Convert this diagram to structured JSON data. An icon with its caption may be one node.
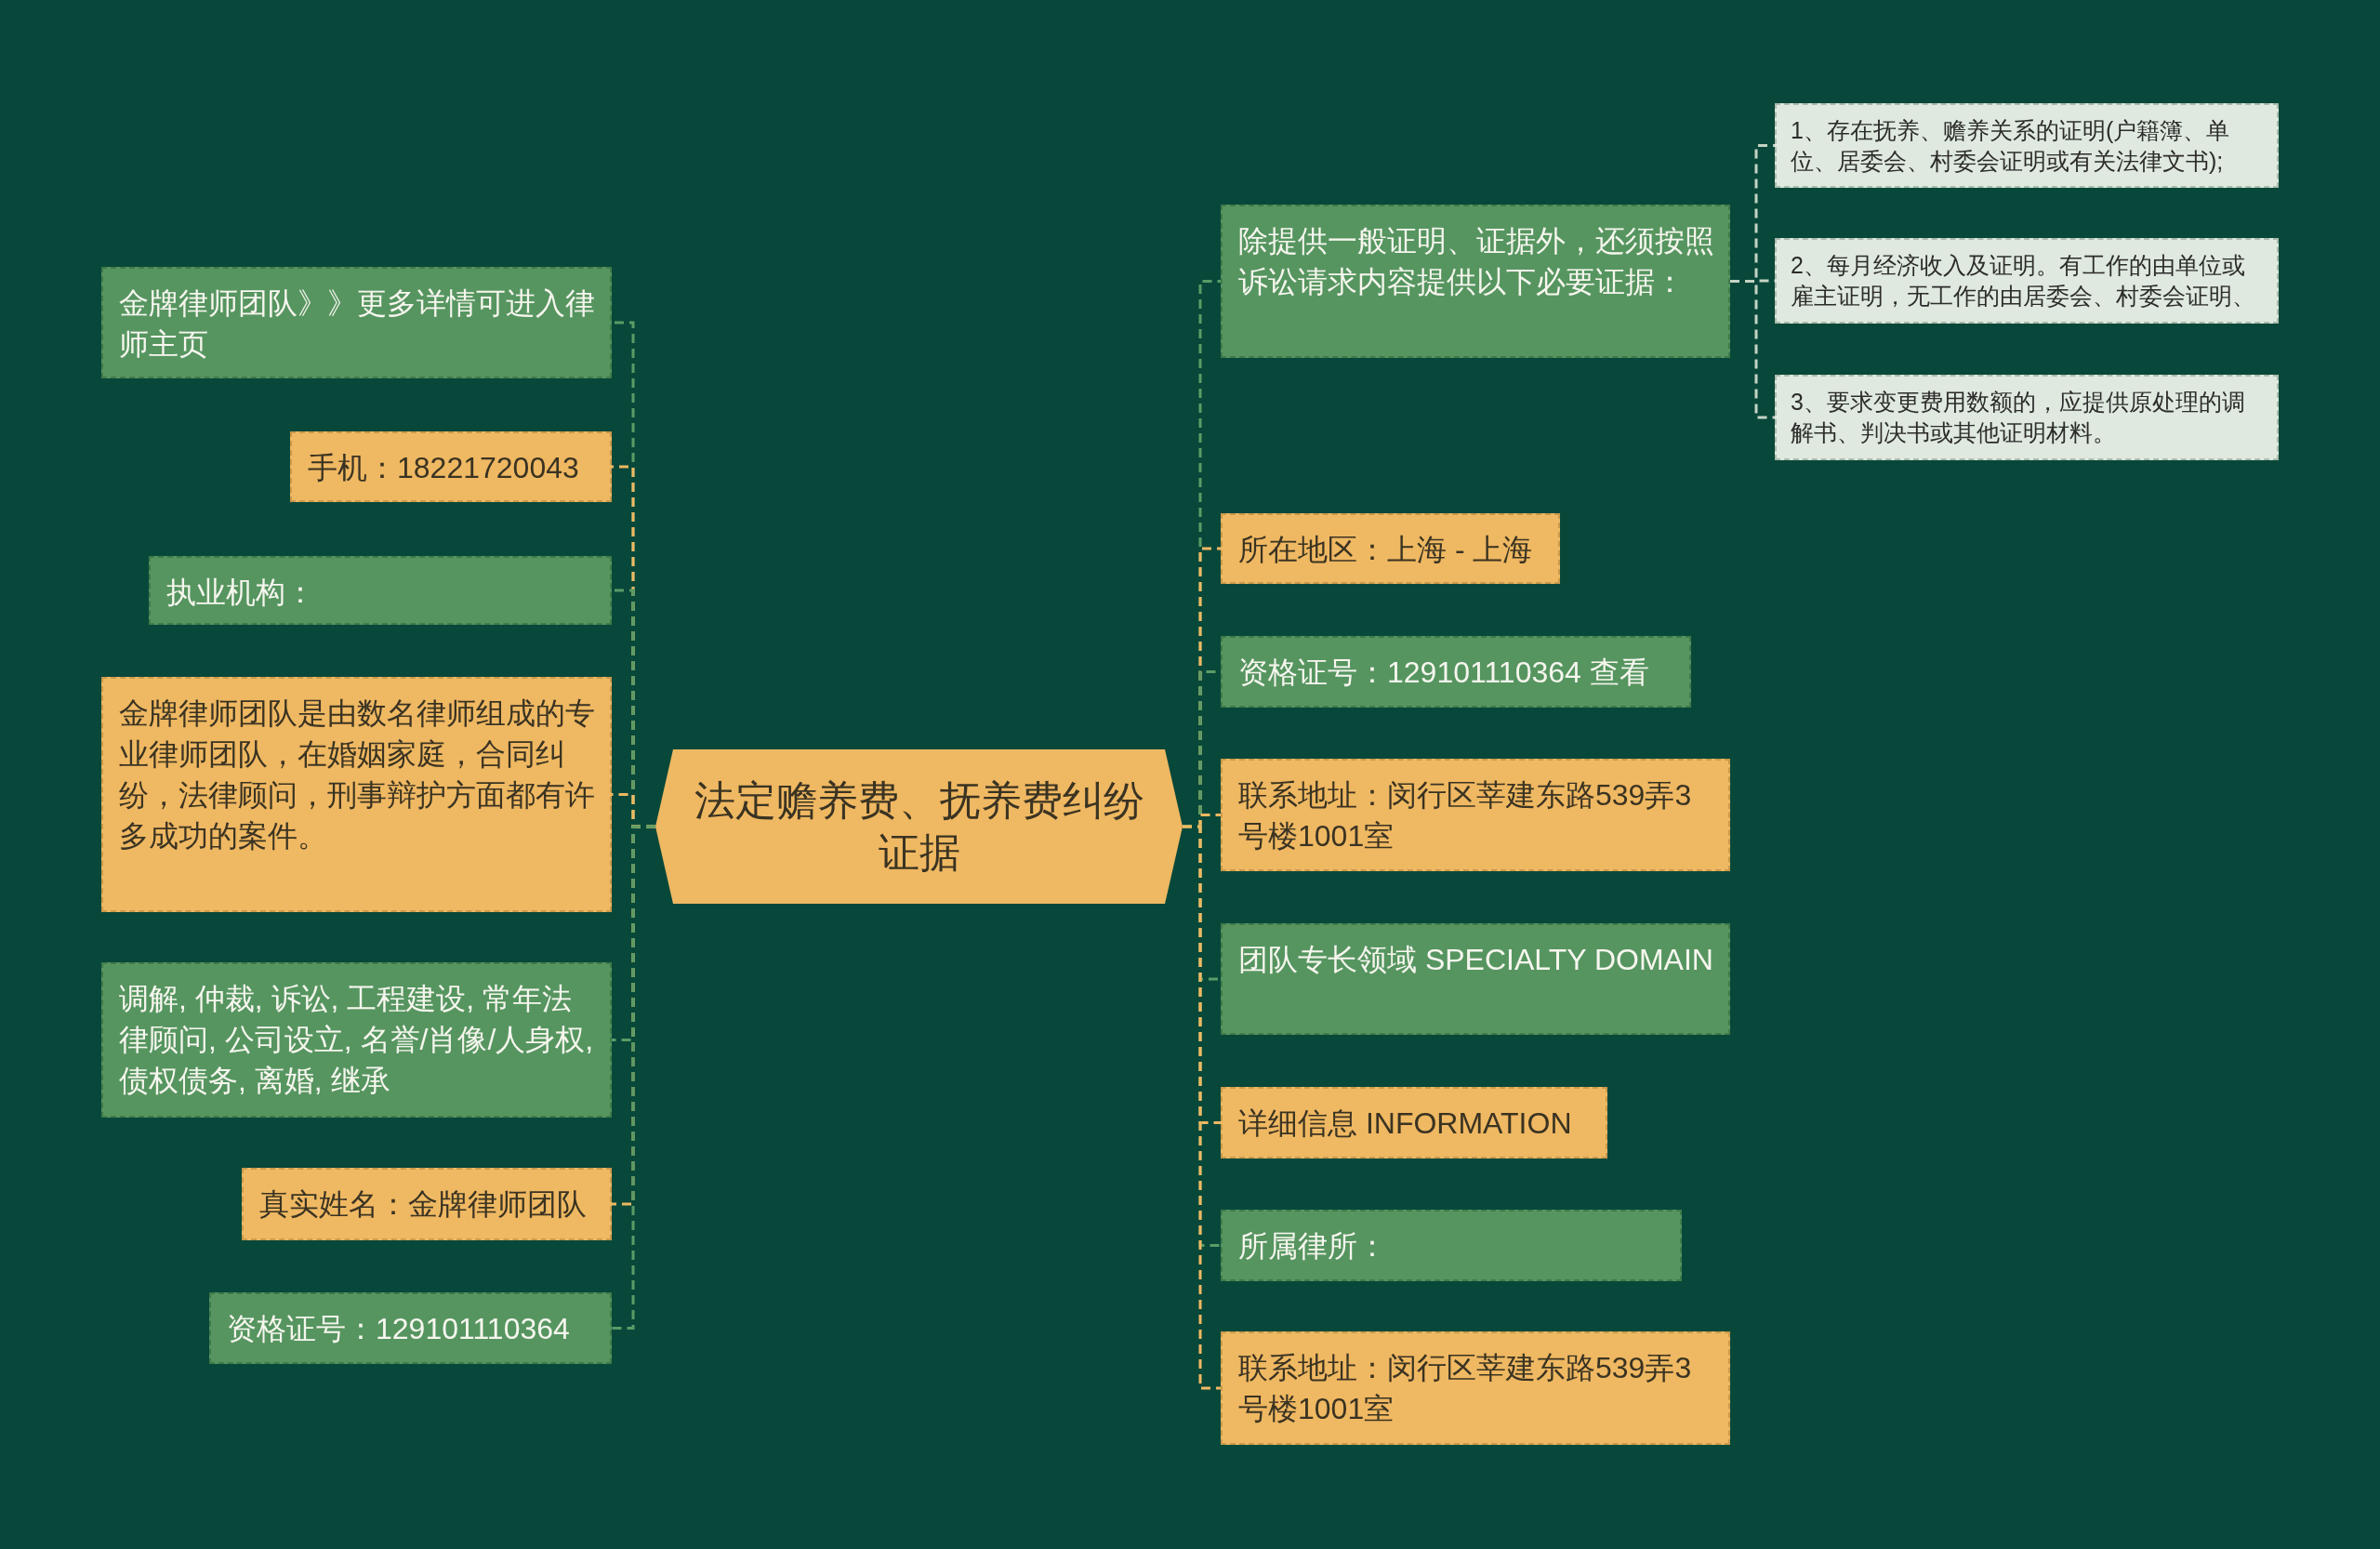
{
  "diagram": {
    "nodes": [
      {
        "text": [
          "法定赡养费、抚养费纠纷证据"
        ]
      },
      {
        "text": [
          "金牌律师团队》》更多详情可进入律师主页"
        ]
      },
      {
        "text": [
          "手机：18221720043"
        ]
      },
      {
        "text": [
          "执业机构："
        ]
      },
      {
        "text": [
          "金牌律师团队是由数名律师组成的专业律师团队，在婚姻家庭，合同纠纷，法律顾问，刑事辩护方面都有许多成功的案件。"
        ]
      },
      {
        "text": [
          "调解, 仲裁, 诉讼, 工程建设, 常年法律顾问, 公司设立, 名誉/肖像/人身权, 债权债务, 离婚, 继承"
        ]
      },
      {
        "text": [
          "真实姓名：金牌律师团队"
        ]
      },
      {
        "text": [
          "资格证号：129101110364"
        ]
      },
      {
        "text": [
          "除提供一般证明、证据外，还须按照诉讼请求内容提供以下必要证据："
        ]
      },
      {
        "text": [
          "1、存在抚养、赡养关系的证明(户籍簿、单位、居委会、村委会证明或有关法律文书);"
        ]
      },
      {
        "text": [
          "2、每月经济收入及证明。有工作的由单位或雇主证明，无工作的由居委会、村委会证明、"
        ]
      },
      {
        "text": [
          "3、要求变更费用数额的，应提供原处理的调解书、判决书或其他证明材料。"
        ]
      },
      {
        "text": [
          "所在地区：上海 - 上海"
        ]
      },
      {
        "text": [
          "资格证号：129101110364 查看"
        ]
      },
      {
        "text": [
          "联系地址：闵行区莘建东路539弄3号楼1001室"
        ]
      },
      {
        "text": [
          "团队专长领域 SPECIALTY DOMAIN"
        ]
      },
      {
        "text": [
          "详细信息 INFORMATION"
        ]
      },
      {
        "text": [
          "所属律所："
        ]
      },
      {
        "text": [
          "联系地址：闵行区莘建东路539弄3号楼1001室"
        ]
      }
    ],
    "edges": [
      {
        "from": 0,
        "to": 1,
        "arrow": "none"
      },
      {
        "from": 0,
        "to": 2,
        "arrow": "none",
        "color": "#efb862"
      },
      {
        "from": 0,
        "to": 3,
        "arrow": "none"
      },
      {
        "from": 0,
        "to": 4,
        "arrow": "none",
        "color": "#efb862"
      },
      {
        "from": 0,
        "to": 5,
        "arrow": "none"
      },
      {
        "from": 0,
        "to": 6,
        "arrow": "none",
        "color": "#efb862"
      },
      {
        "from": 0,
        "to": 7,
        "arrow": "none"
      },
      {
        "from": 0,
        "to": 8,
        "arrow": "none"
      },
      {
        "from": 8,
        "to": 9,
        "arrow": "none",
        "color": "#c4d3c5"
      },
      {
        "from": 8,
        "to": 10,
        "arrow": "none",
        "color": "#c4d3c5"
      },
      {
        "from": 8,
        "to": 11,
        "arrow": "none",
        "color": "#c4d3c5"
      },
      {
        "from": 0,
        "to": 12,
        "arrow": "none",
        "color": "#efb862"
      },
      {
        "from": 0,
        "to": 13,
        "arrow": "none"
      },
      {
        "from": 0,
        "to": 14,
        "arrow": "none",
        "color": "#efb862"
      },
      {
        "from": 0,
        "to": 15,
        "arrow": "none"
      },
      {
        "from": 0,
        "to": 16,
        "arrow": "none",
        "color": "#efb862"
      },
      {
        "from": 0,
        "to": 17,
        "arrow": "none"
      },
      {
        "from": 0,
        "to": 18,
        "arrow": "none",
        "color": "#efb862"
      }
    ]
  }
}
